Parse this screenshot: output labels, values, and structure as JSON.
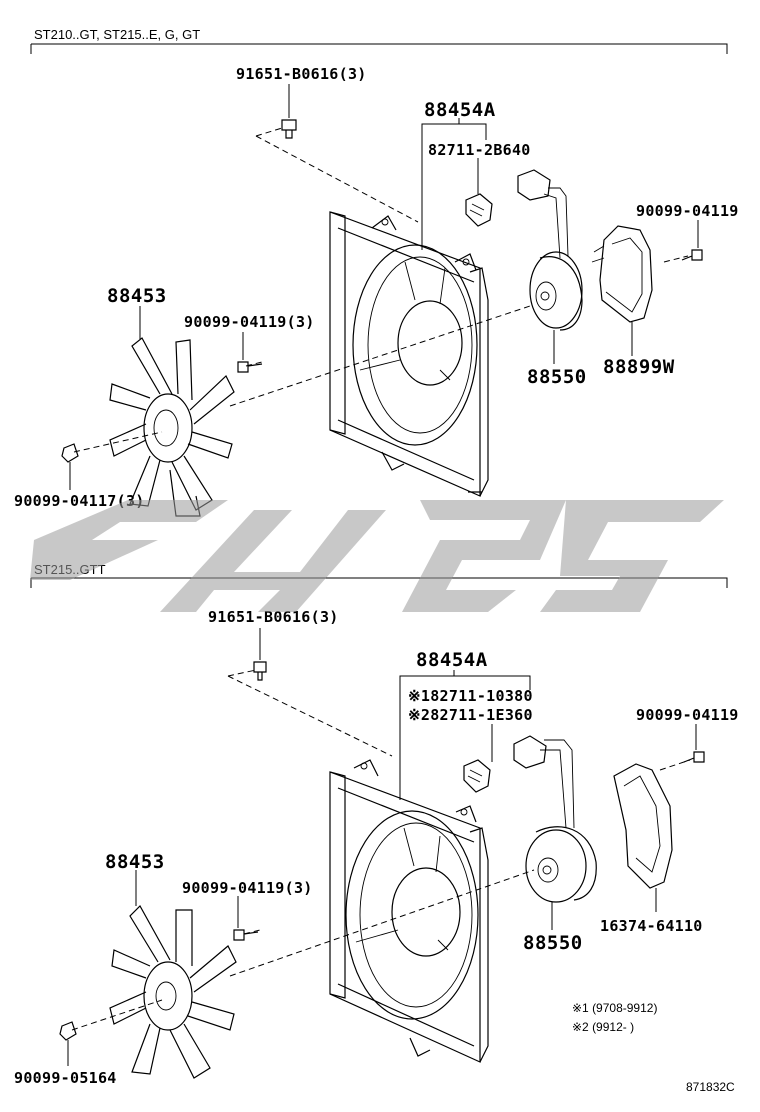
{
  "diagram": {
    "sections": [
      {
        "header": "ST210..GT, ST215..E, G, GT",
        "labels": {
          "screw": "91651-B0616(3)",
          "shroud_assy": "88454A",
          "resistor": "82711-2B640",
          "bolt_right": "90099-04119",
          "fan": "88453",
          "bolt_motor": "90099-04119(3)",
          "motor": "88550",
          "cover": "88899W",
          "nut": "90099-04117(3)"
        }
      },
      {
        "header": "ST215..GTT",
        "labels": {
          "screw": "91651-B0616(3)",
          "shroud_assy": "88454A",
          "resistor_1": "※182711-10380",
          "resistor_2": "※282711-1E360",
          "bolt_right": "90099-04119",
          "fan": "88453",
          "bolt_motor": "90099-04119(3)",
          "motor": "88550",
          "cover": "16374-64110",
          "nut": "90099-05164"
        },
        "notes": [
          "※1 (9708-9912)",
          "※2 (9912-     )"
        ]
      }
    ],
    "figure_code": "871832C",
    "colors": {
      "ink": "#000000",
      "paper": "#ffffff",
      "watermark": "#9a9a9a"
    }
  }
}
